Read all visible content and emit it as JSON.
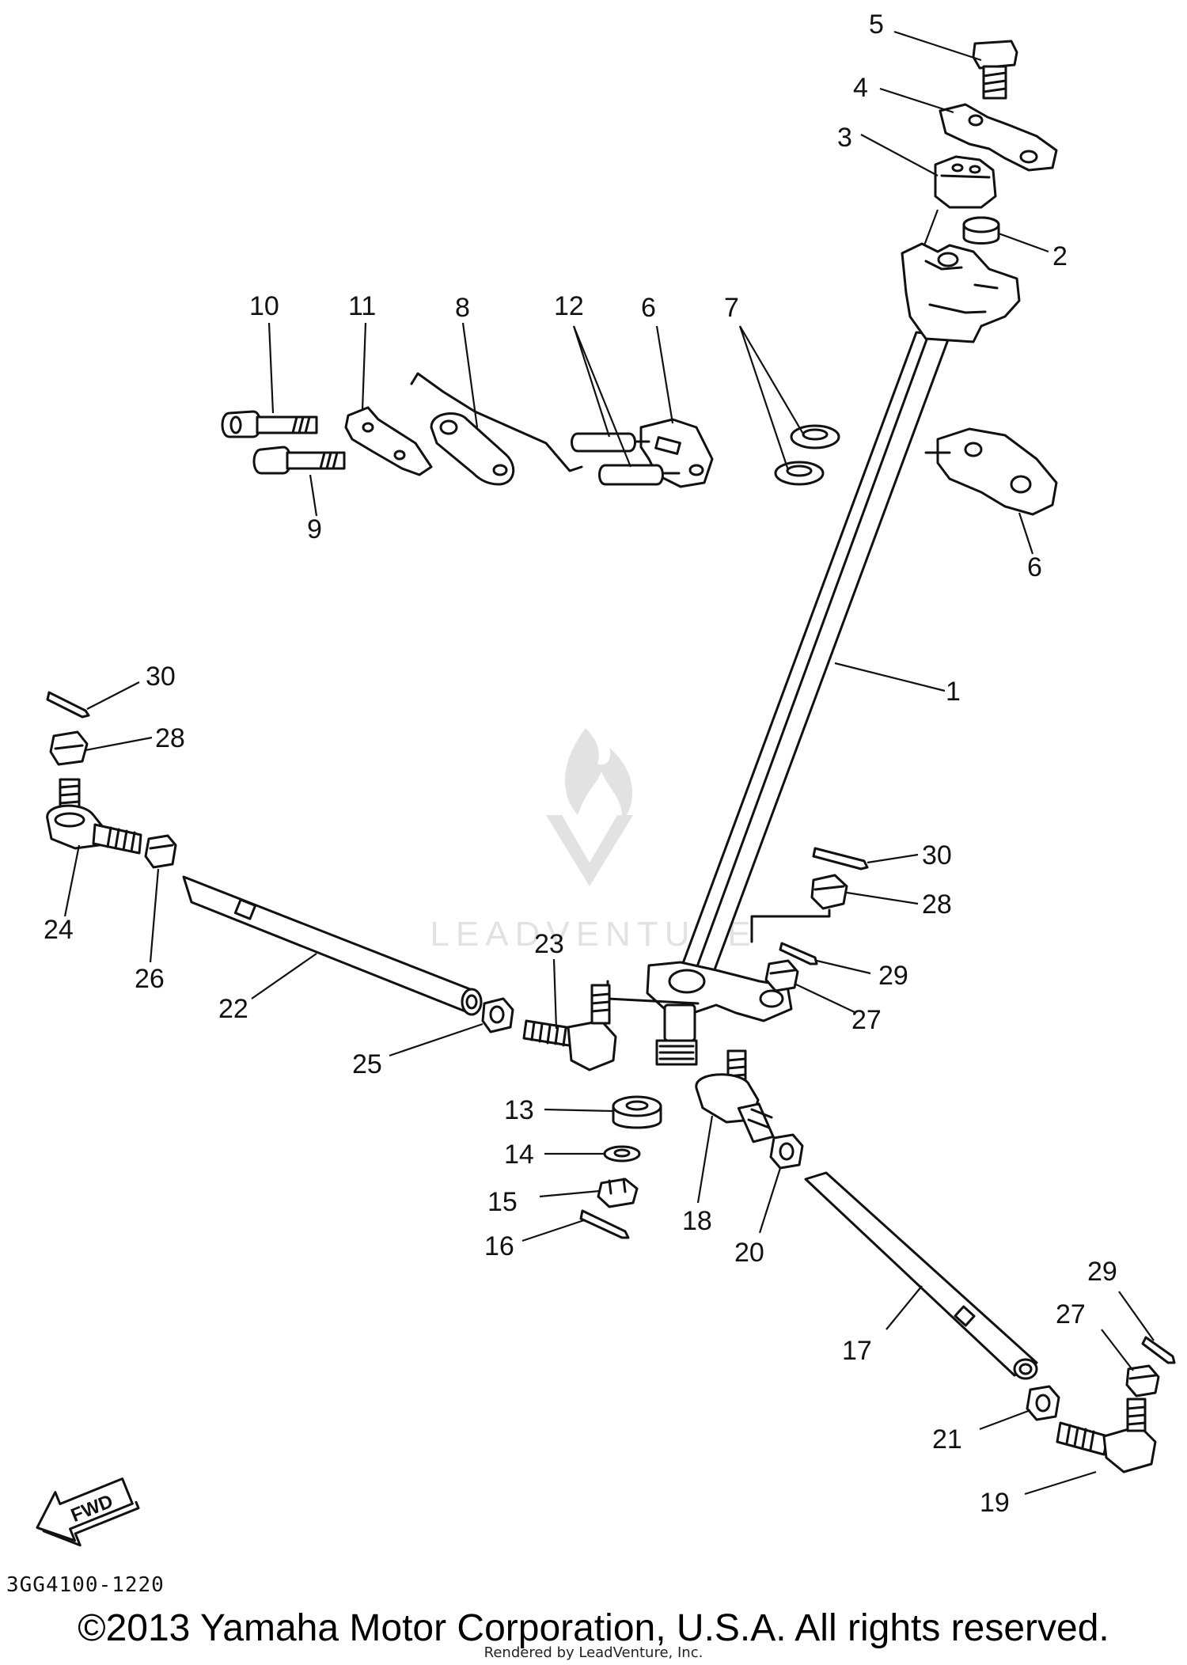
{
  "watermark": {
    "text": "LEADVENTURE",
    "logo_icon": "flame-v-logo-icon"
  },
  "fwd_label": "FWD",
  "drawing_code": "3GG4100-1220",
  "footer": {
    "copyright": "©2013 Yamaha Motor Corporation, U.S.A. All rights reserved.",
    "rendered_by": "Rendered by LeadVenture, Inc."
  },
  "callouts": [
    "1",
    "2",
    "3",
    "4",
    "5",
    "6",
    "6",
    "7",
    "8",
    "9",
    "10",
    "11",
    "12",
    "13",
    "14",
    "15",
    "16",
    "17",
    "18",
    "19",
    "20",
    "21",
    "22",
    "23",
    "24",
    "25",
    "26",
    "27",
    "27",
    "28",
    "28",
    "29",
    "29",
    "30",
    "30"
  ]
}
